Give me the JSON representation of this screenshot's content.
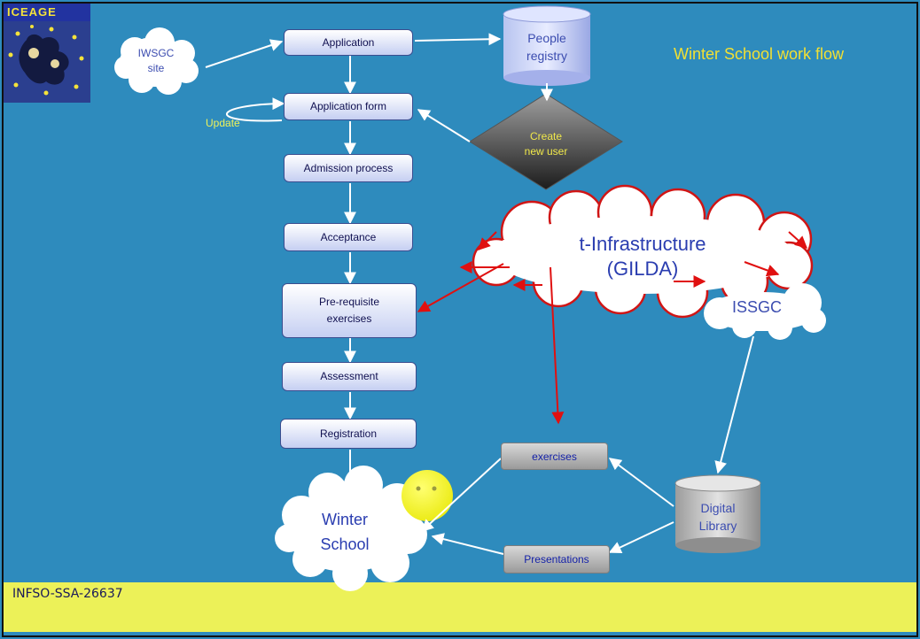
{
  "slide": {
    "title": "Winter School work flow",
    "footer": "INFSO-SSA-26637",
    "logo_text": "ICEAGE"
  },
  "flow": {
    "application": "Application",
    "application_form": "Application form",
    "admission": "Admission process",
    "acceptance": "Acceptance",
    "prerequisite_line1": "Pre-requisite",
    "prerequisite_line2": "exercises",
    "assessment": "Assessment",
    "registration": "Registration"
  },
  "nodes": {
    "iwsgc_line1": "IWSGC",
    "iwsgc_line2": "site",
    "people_line1": "People",
    "people_line2": "registry",
    "create_line1": "Create",
    "create_line2": "new user",
    "update": "Update",
    "tinfra_line1": "t-Infrastructure",
    "tinfra_line2": "(GILDA)",
    "issgc": "ISSGC",
    "exercises": "exercises",
    "presentations": "Presentations",
    "digital_line1": "Digital",
    "digital_line2": "Library",
    "winter_line1": "Winter",
    "winter_line2": "School"
  },
  "colors": {
    "background": "#2e8bbd",
    "title": "#f2e033",
    "footer": "#ecf158",
    "red_arrow": "#e01010",
    "white_arrow": "#ffffff",
    "update_label": "#eef25a"
  }
}
